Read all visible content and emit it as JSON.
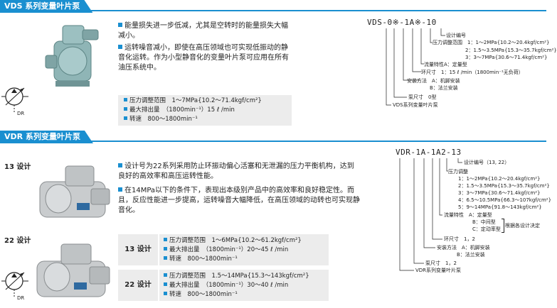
{
  "vds": {
    "tag": "VDS 系列变量叶片泵",
    "bullets": [
      "能量损失进一步低减，尤其是空转时的能量损失大幅减小。",
      "运转噪音减小，即使在高压领域也可实现低振动的静音化运转。作为小型静音化的变量叶片泵可应用在所有油压系统中。"
    ],
    "specs": [
      "压力调整范围　1～7MPa{10.2～71.4kgf/cm²}",
      "最大排出量　（1800min⁻¹）15 ℓ /min",
      "转速　800～1800min⁻¹"
    ],
    "symbol_dr": "DR",
    "code": "VDS-0※-1A※-10",
    "ann": [
      "设计编号",
      "压力调整范围　1：1～2MPa{10.2～20.4kgf/cm²}",
      "2：1.5～3.5MPa{15.3～35.7kgf/cm²}",
      "3：3～7MPa{30.6～71.4kgf/cm²}",
      "流量特性A：定量型",
      "环尺寸　1：15 ℓ /min（1800min⁻¹无负荷）",
      "安装方法　A：机脚安装",
      "B：法兰安装",
      "泵尺寸　0型",
      "VDS系列变量叶片泵"
    ]
  },
  "vdr": {
    "tag": "VDR 系列变量叶片泵",
    "design13": "13 设计",
    "design22": "22 设计",
    "bullets": [
      "设计号为22系列采用防止环振动偏心活塞和无泄漏的压力平衡机构，达到良好的高效率和高压运转性能。",
      "在14MPa以下的条件下，表现出本级别产品中的高效率和良好稳定性。而且，反应性能进一步提高，运转噪音大幅降低，在高压领域的动转也可实现静音化。"
    ],
    "specs13_label": "13 设计",
    "specs13": [
      "压力调整范围　1～6MPa{10.2～61.2kgf/cm²}",
      "最大排出量　（1800min⁻¹）20～45 ℓ /min",
      "转速　800～1800min⁻¹"
    ],
    "specs22_label": "22 设计",
    "specs22": [
      "压力调整范围　1.5～14MPa{15.3～143kgf/cm²}",
      "最大排出量　（1800min⁻¹）30～40 ℓ /min",
      "转速　800～1800min⁻¹"
    ],
    "symbol_dr": "DR",
    "code": "VDR-1A-1A2-13",
    "ann": [
      "设计编号（13, 22）",
      "压力调整",
      "1：1～2MPa{10.2～20.4kgf/cm²}",
      "2：1.5～3.5MPa{15.3～35.7kgf/cm²}",
      "3：3～7MPa{30.6～71.4kgf/cm²}",
      "4：6.5～10.5MPa{66.3～107kgf/cm²}",
      "5：9～14MPa{91.8～143kgf/cm²}",
      "流量特性　A：定量型",
      "B：中间型",
      "C：定动率型",
      "根据各设计决定",
      "环尺寸　1，2",
      "安装方法　A：机脚安装",
      "B：法兰安装",
      "泵尺寸　1，2",
      "VDR系列变量叶片泵"
    ]
  }
}
